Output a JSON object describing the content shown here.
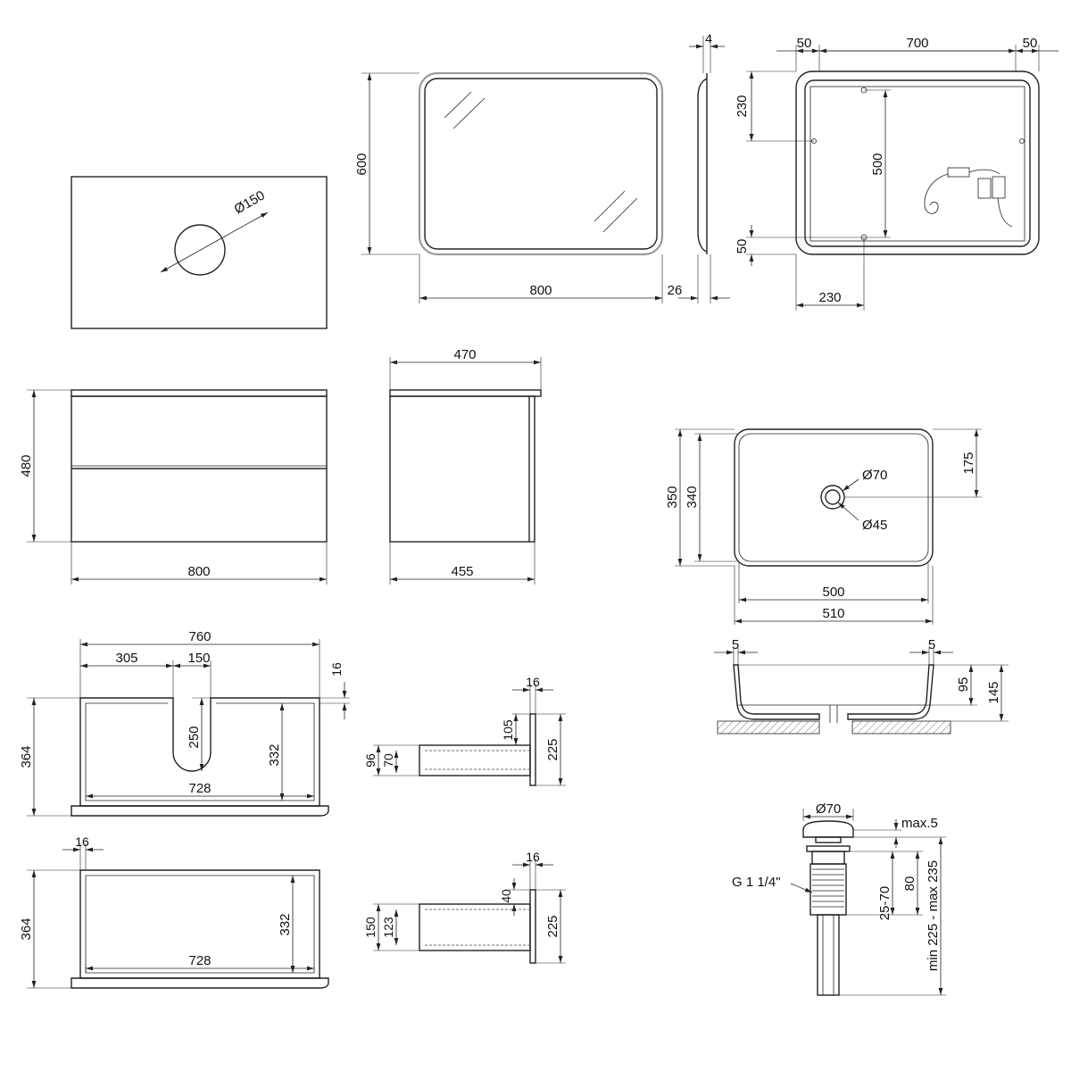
{
  "views": {
    "countertop": {
      "hole": "Ø150"
    },
    "mirror_front": {
      "height": "600",
      "width": "800"
    },
    "mirror_side": {
      "depth_top": "4",
      "depth_bottom": "26"
    },
    "mirror_back": {
      "left": "50",
      "mid": "700",
      "right": "50",
      "top_offset": "230",
      "vertical": "500",
      "bottom_offset": "50",
      "bottom_width": "230"
    },
    "cabinet_front": {
      "height": "480",
      "width": "800"
    },
    "cabinet_side": {
      "top": "470",
      "bottom": "455"
    },
    "basin_top": {
      "outer_h": "350",
      "inner_h": "340",
      "center": "175",
      "d_outer": "Ø70",
      "d_inner": "Ø45",
      "inner_w": "500",
      "outer_w": "510"
    },
    "basin_section": {
      "left": "5",
      "right": "5",
      "inner_h": "95",
      "outer_h": "145"
    },
    "drawer_top": {
      "width": "760",
      "left": "305",
      "cut": "150",
      "thick": "16",
      "height": "364",
      "cut_depth": "250",
      "inner_h": "332",
      "inner_w": "728"
    },
    "drawer_bottom": {
      "thick": "16",
      "height": "364",
      "inner_h": "332",
      "inner_w": "728"
    },
    "runner_top": {
      "thick": "16",
      "upper": "105",
      "total": "225",
      "h1": "96",
      "h2": "70"
    },
    "runner_bottom": {
      "thick": "16",
      "upper": "40",
      "total": "225",
      "h1": "150",
      "h2": "123"
    },
    "drain": {
      "dia": "Ø70",
      "max": "max.5",
      "thread": "G 1 1/4\"",
      "h80": "80",
      "range": "25-70",
      "total": "min 225 - max 235"
    }
  }
}
